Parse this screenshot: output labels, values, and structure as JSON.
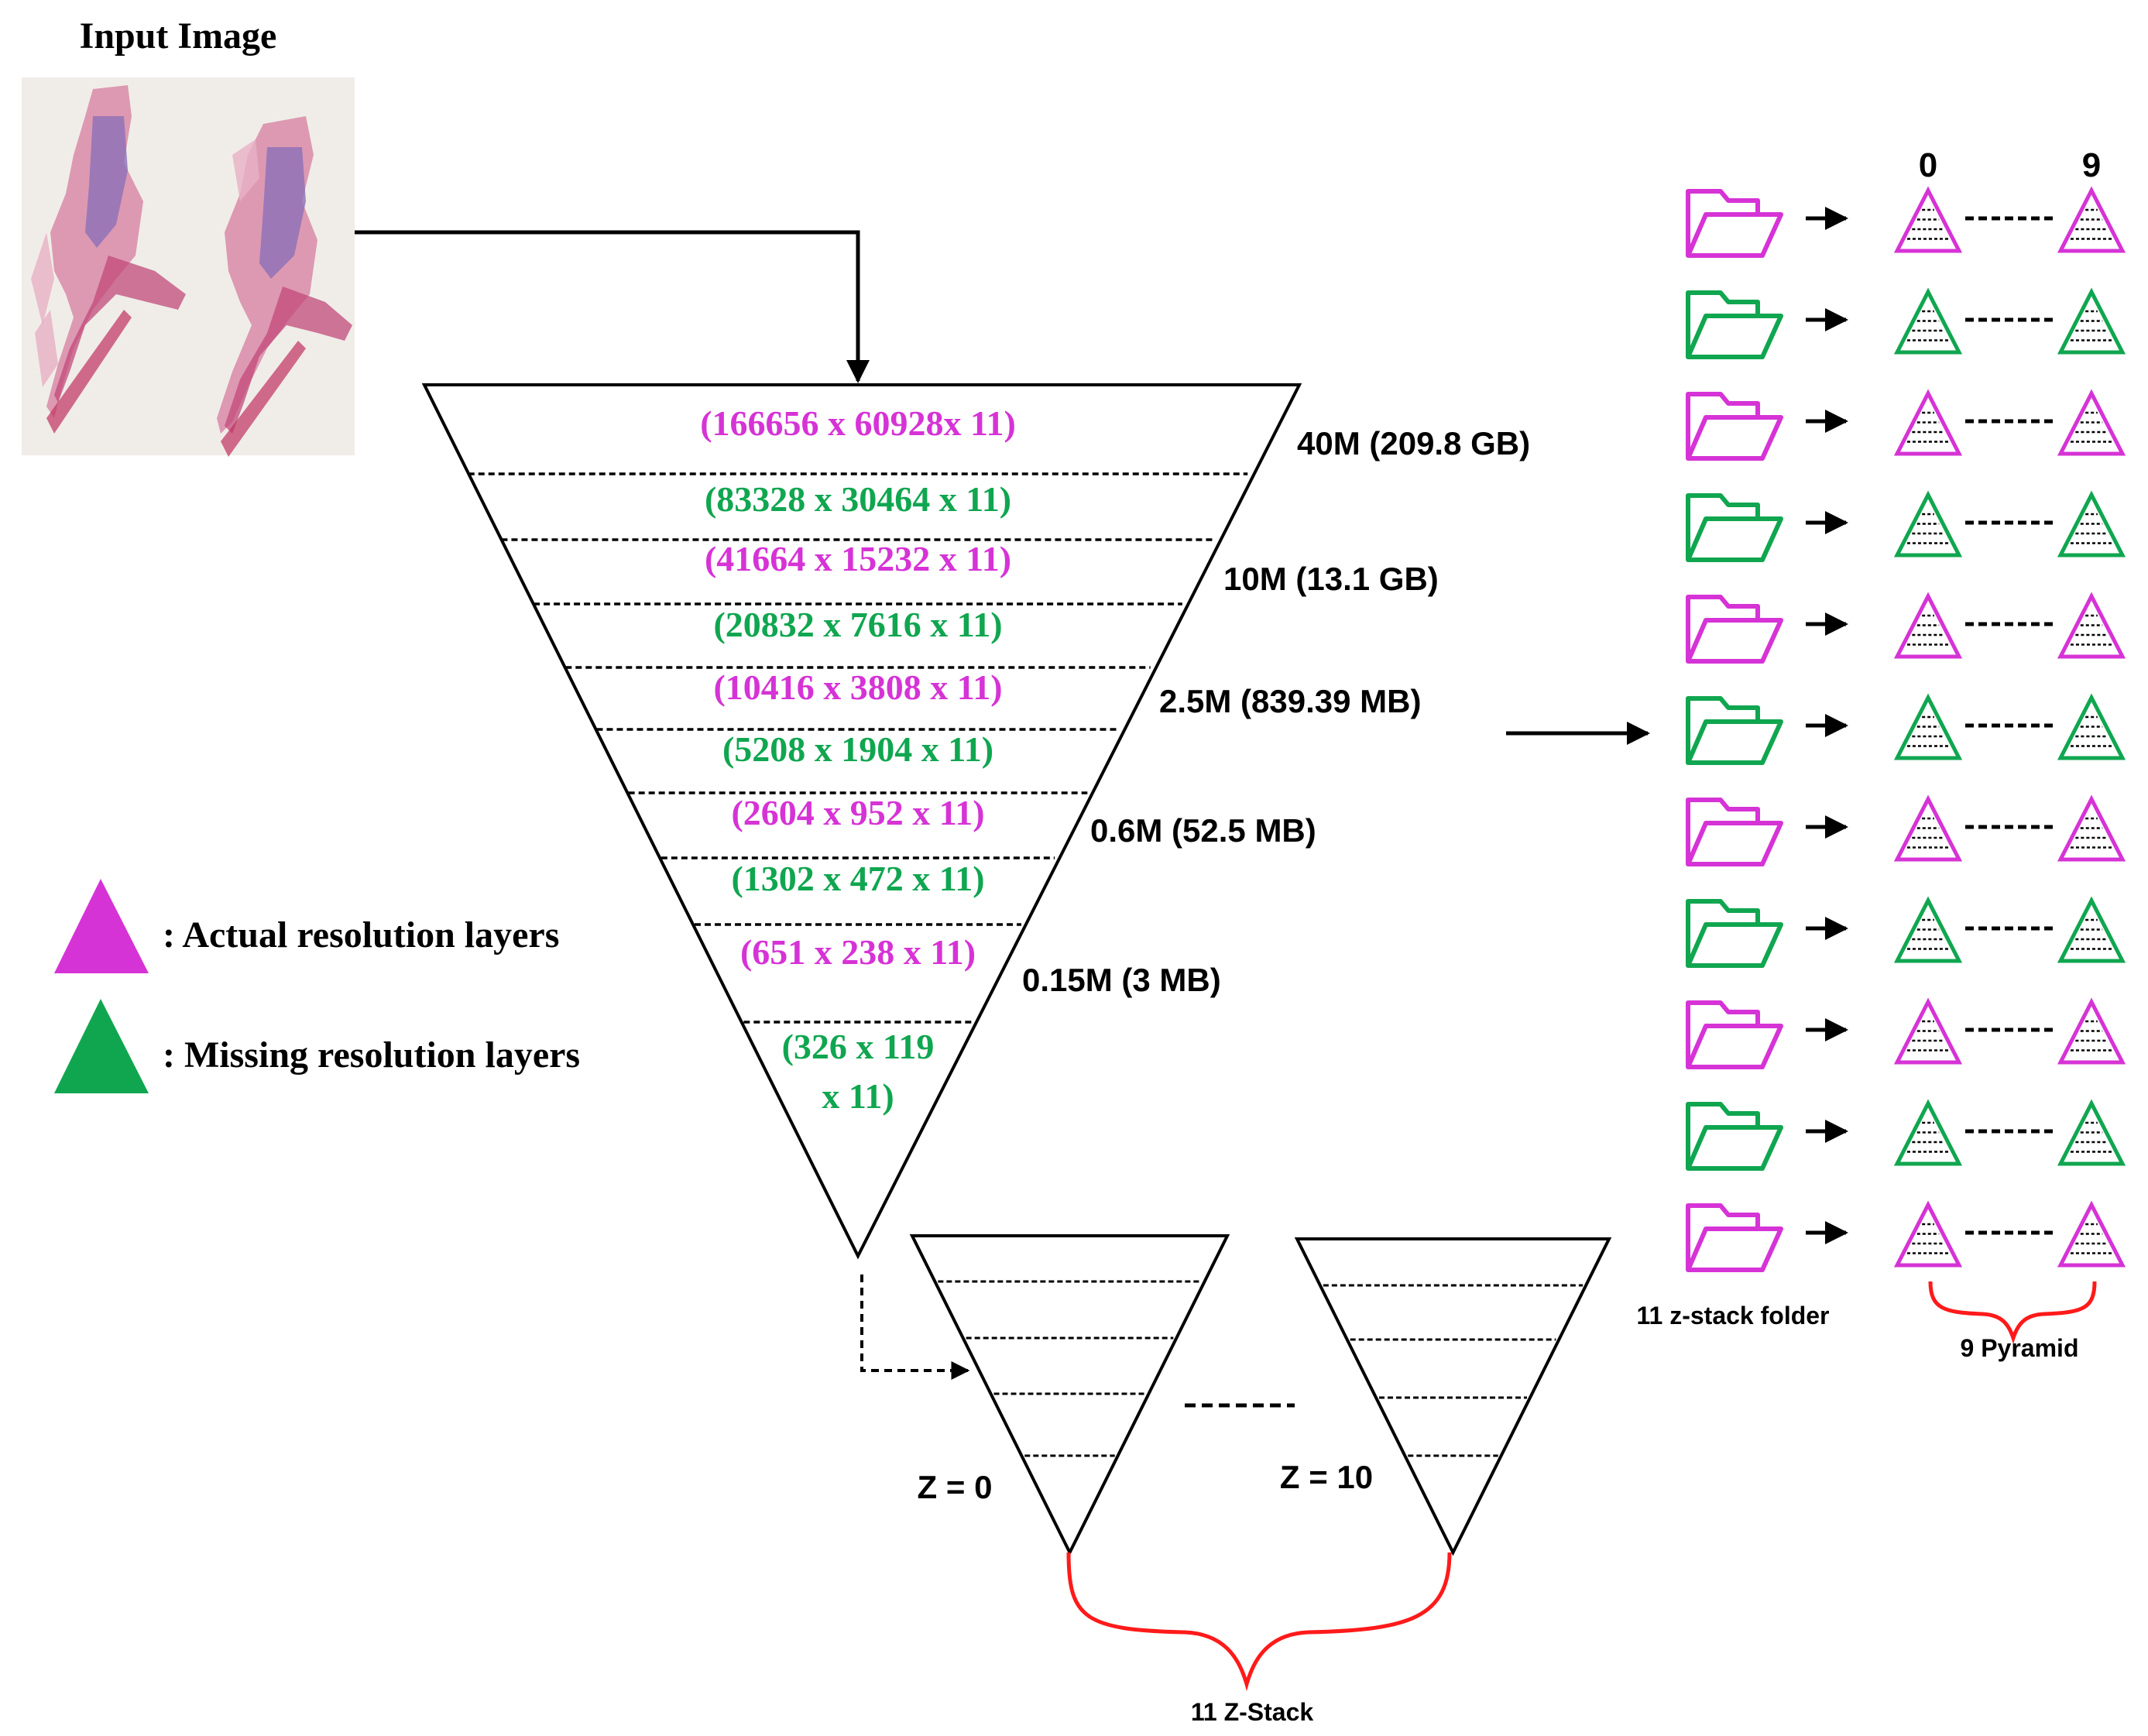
{
  "title": "Input Image",
  "colors": {
    "actual": "#d633d6",
    "missing": "#10a650",
    "bracket": "#ff1a1a",
    "line": "#000000"
  },
  "legend": [
    {
      "kind": "actual",
      "label": ": Actual resolution layers"
    },
    {
      "kind": "missing",
      "label": ": Missing resolution layers"
    }
  ],
  "pyramid_levels": [
    {
      "kind": "actual",
      "lines": [
        "(166656 x 60928x 11)"
      ]
    },
    {
      "kind": "missing",
      "lines": [
        "(83328 x 30464 x 11)"
      ]
    },
    {
      "kind": "actual",
      "lines": [
        "(41664 x 15232 x 11)"
      ]
    },
    {
      "kind": "missing",
      "lines": [
        "(20832 x 7616 x 11)"
      ]
    },
    {
      "kind": "actual",
      "lines": [
        "(10416 x 3808 x 11)"
      ]
    },
    {
      "kind": "missing",
      "lines": [
        "(5208 x 1904 x 11)"
      ]
    },
    {
      "kind": "actual",
      "lines": [
        "(2604 x 952 x 11)"
      ]
    },
    {
      "kind": "missing",
      "lines": [
        "(1302 x 472 x 11)"
      ]
    },
    {
      "kind": "actual",
      "lines": [
        "(651 x 238 x 11)"
      ]
    },
    {
      "kind": "missing",
      "lines": [
        "(326 x 119",
        "x 11)"
      ]
    }
  ],
  "size_labels": [
    "40M (209.8 GB)",
    "10M (13.1 GB)",
    "2.5M (839.39 MB)",
    "0.6M (52.5 MB)",
    "0.15M (3 MB)"
  ],
  "zstack": {
    "first_label": "Z = 0",
    "last_label": "Z = 10",
    "caption": "11 Z-Stack"
  },
  "folders": {
    "header_first": "0",
    "header_last": "9",
    "rows": [
      "actual",
      "missing",
      "actual",
      "missing",
      "actual",
      "missing",
      "actual",
      "missing",
      "actual",
      "missing",
      "actual"
    ],
    "folder_caption": "11 z-stack folder",
    "pyramid_caption": "9 Pyramid"
  }
}
